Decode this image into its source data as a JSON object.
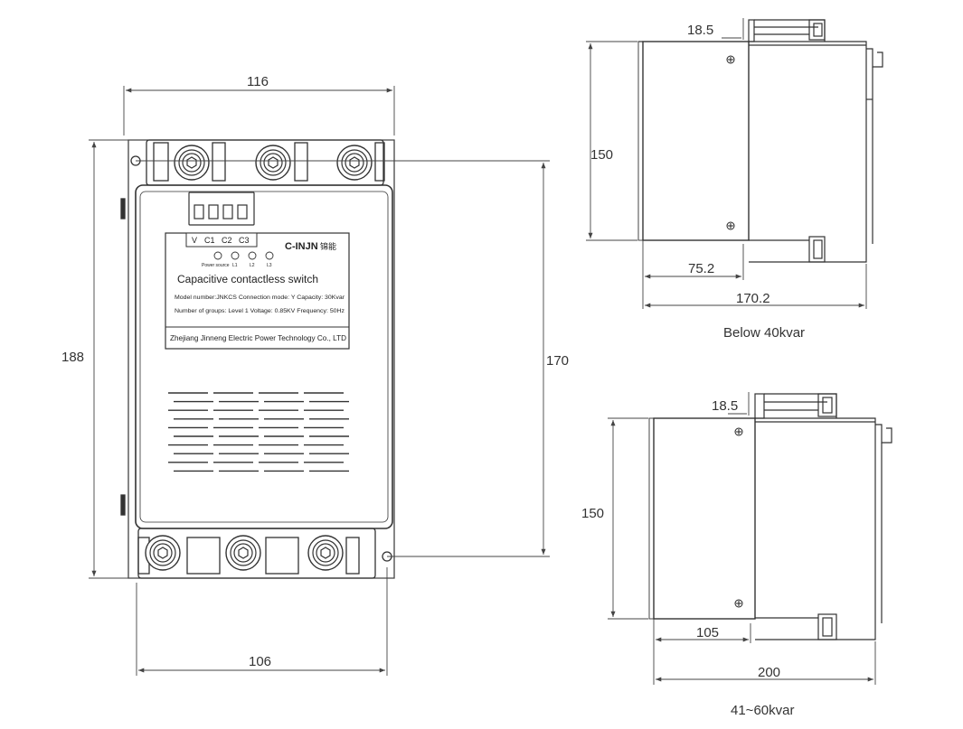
{
  "front": {
    "dim_width_top": "116",
    "dim_height_left": "188",
    "dim_height_right": "170",
    "dim_width_bottom": "106",
    "terminal_labels": [
      "V",
      "C1",
      "C2",
      "C3"
    ],
    "brand": "C-INJN",
    "brand_cn": "锦能",
    "led_labels": [
      "Power source",
      "L1",
      "L2",
      "L3"
    ],
    "product_name": "Capacitive contactless switch",
    "spec_line1": "Model number:JNKCS    Connection mode: Y    Capacity: 30Kvar",
    "spec_line2": "Number of groups: Level 1    Voltage: 0.85KV    Frequency: 50Hz",
    "company": "Zhejiang Jinneng Electric Power Technology Co., LTD"
  },
  "side_top": {
    "dim_top": "18.5",
    "dim_height": "150",
    "dim_inner": "75.2",
    "dim_total": "170.2",
    "caption": "Below 40kvar"
  },
  "side_bottom": {
    "dim_top": "18.5",
    "dim_height": "150",
    "dim_inner": "105",
    "dim_total": "200",
    "caption": "41~60kvar"
  }
}
